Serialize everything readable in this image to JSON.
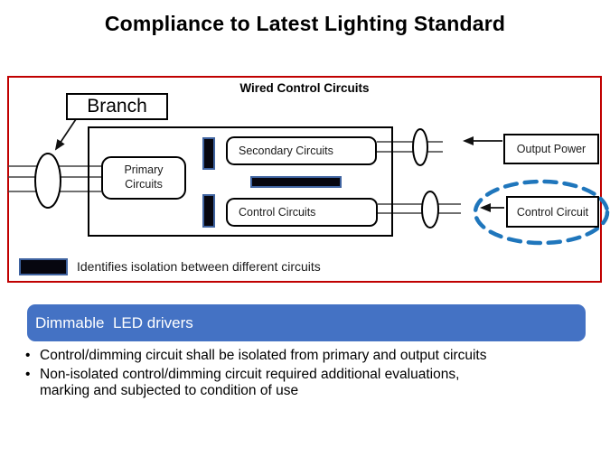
{
  "page": {
    "title": "Compliance to Latest Lighting Standard"
  },
  "diagram": {
    "header": "Wired Control Circuits",
    "branch_label": "Branch",
    "primary_label": "Primary\nCircuits",
    "secondary_label": "Secondary Circuits",
    "control_circuits_label": "Control Circuits",
    "output_power_label": "Output Power",
    "control_circuit_label": "Control Circuit",
    "legend_text": "Identifies isolation between different circuits"
  },
  "banner": {
    "label": "Dimmable  LED drivers"
  },
  "bullets": {
    "marker": "•",
    "item1": "Control/dimming circuit shall be isolated from primary and output circuits",
    "item2": "Non-isolated control/dimming circuit required additional evaluations,\nmarking and subjected to condition of use"
  },
  "colors": {
    "frame_red": "#C00000",
    "isolation_fill": "#06060F",
    "isolation_stroke": "#3F63A0",
    "highlight_dash": "#1F76BC",
    "banner_bg": "#4472C4",
    "banner_text": "#FFFFFF"
  }
}
